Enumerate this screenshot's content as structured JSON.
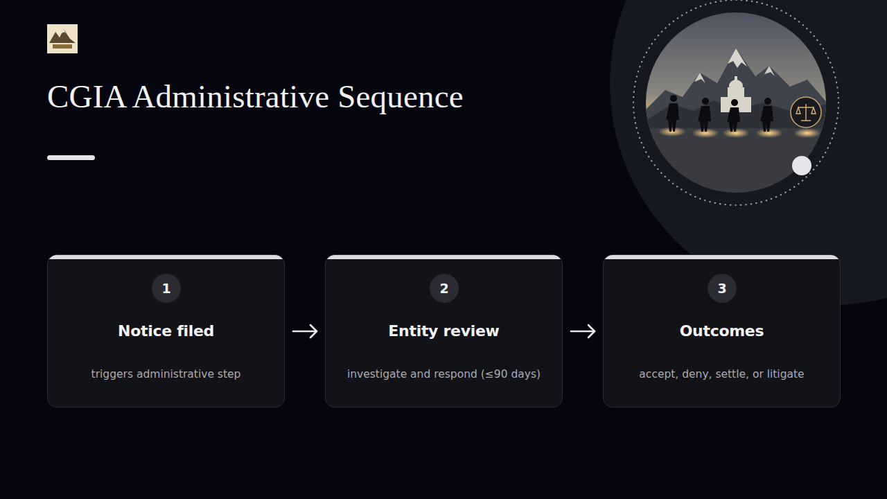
{
  "diagram": {
    "title": "CGIA Administrative Sequence",
    "nodes": [
      {
        "text": [
          "Notice filed",
          "triggers administrative step"
        ]
      },
      {
        "text": [
          "1"
        ],
        "in": 0
      },
      {
        "text": [
          "Entity review",
          "investigate and respond (≤90 days)"
        ]
      },
      {
        "text": [
          "2"
        ],
        "in": 2
      },
      {
        "text": [
          "Outcomes",
          "accept, deny, settle, or litigate"
        ]
      },
      {
        "text": [
          "3"
        ],
        "in": 4
      }
    ],
    "edges": [
      {
        "from": 0,
        "to": 2,
        "arrow": "to"
      },
      {
        "from": 2,
        "to": 4,
        "arrow": "to"
      }
    ]
  }
}
